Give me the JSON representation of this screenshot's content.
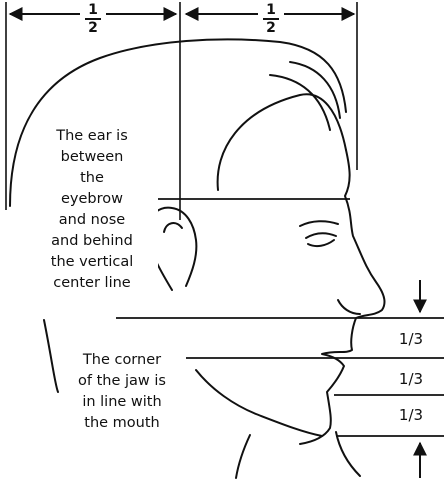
{
  "diagram": {
    "top_measures": [
      {
        "numerator": "1",
        "denominator": "2"
      },
      {
        "numerator": "1",
        "denominator": "2"
      }
    ],
    "ear_note": [
      "The ear is",
      "between",
      "the",
      "eyebrow",
      "and nose",
      "and behind",
      "the vertical",
      "center line"
    ],
    "jaw_note": [
      "The corner",
      "of the jaw is",
      "in line with",
      "the mouth"
    ],
    "lower_face_ratios": [
      "1/3",
      "1/3",
      "1/3"
    ],
    "colors": {
      "ink": "#111111",
      "paper": "#ffffff"
    }
  }
}
